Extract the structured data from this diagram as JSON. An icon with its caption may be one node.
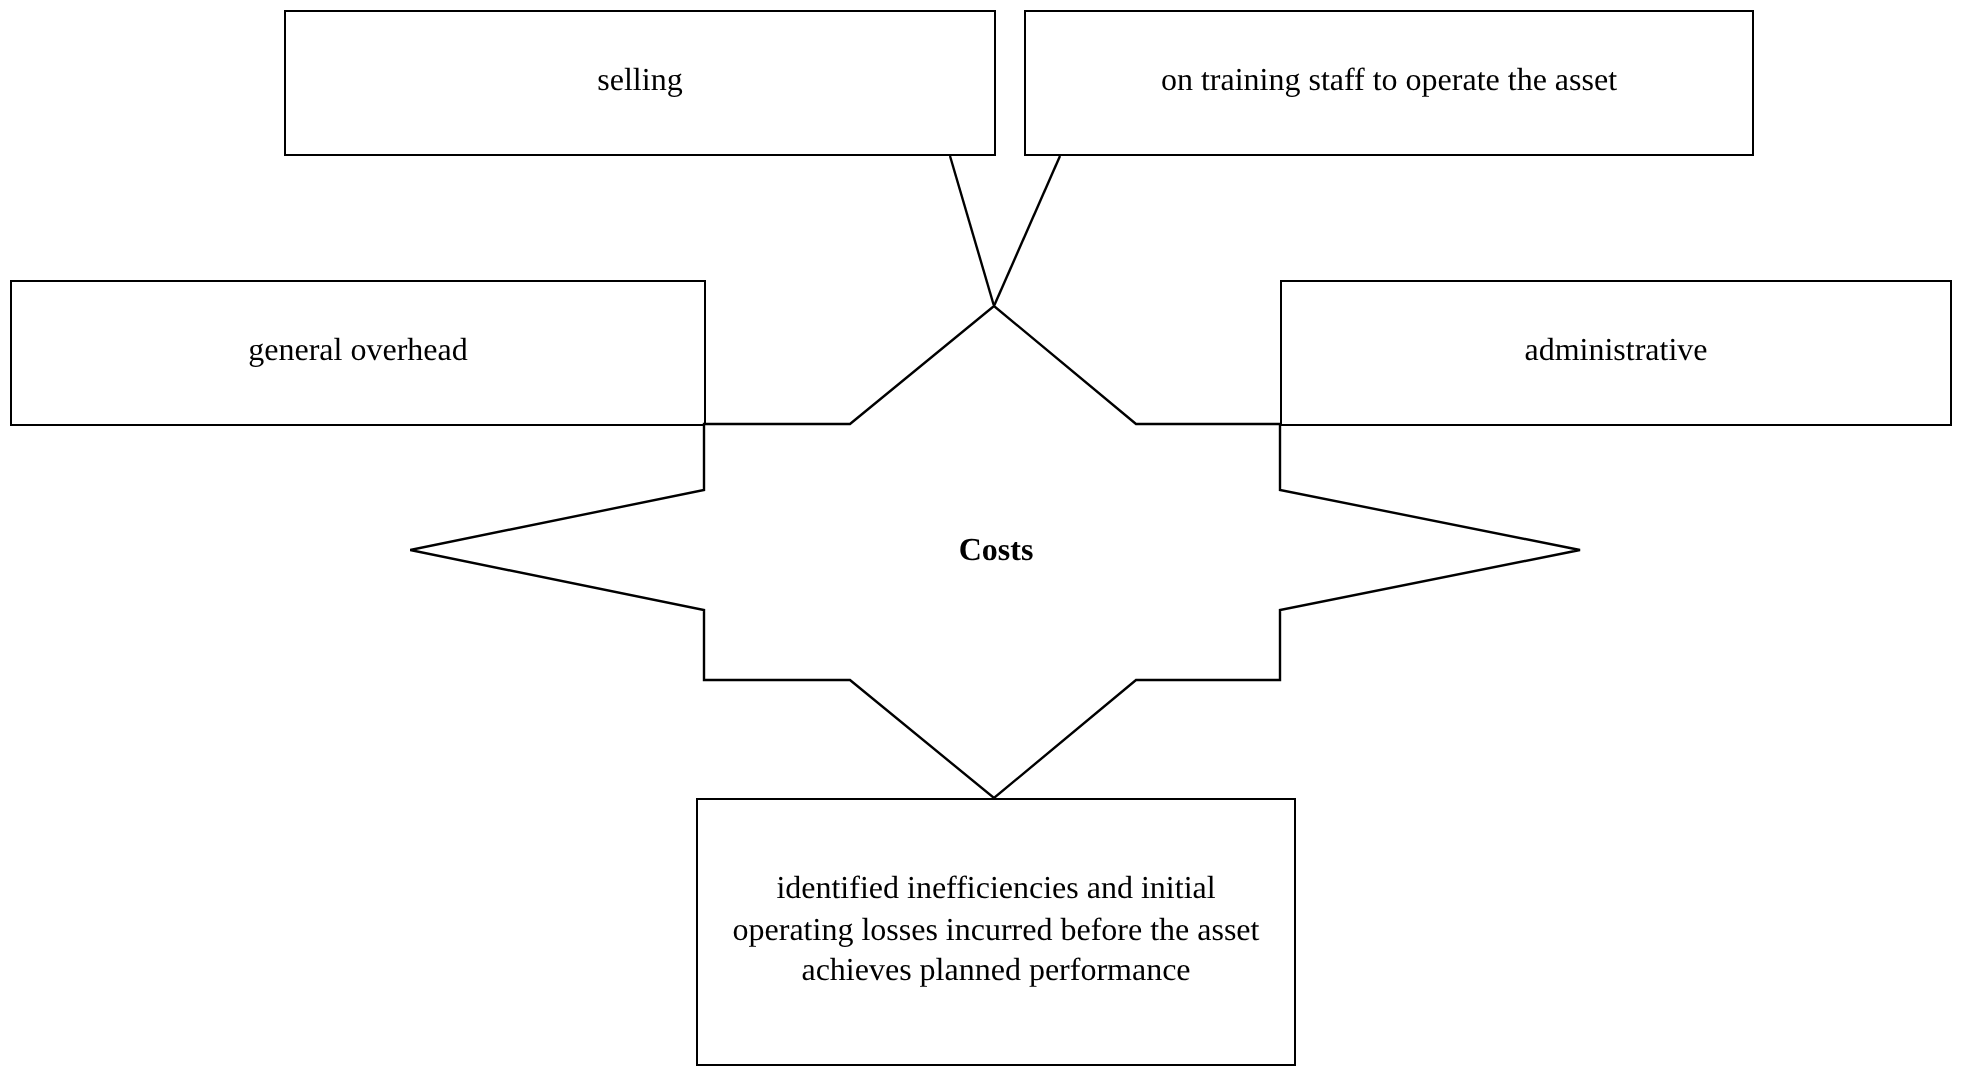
{
  "diagram": {
    "nodes": [
      {
        "text": [
          "selling"
        ]
      },
      {
        "text": [
          "on training staff to operate the asset"
        ]
      },
      {
        "text": [
          "general overhead"
        ]
      },
      {
        "text": [
          "administrative"
        ]
      },
      {
        "text": [
          "Costs"
        ]
      },
      {
        "text": [
          "identified inefficiencies and initial operating losses incurred before the asset achieves planned performance"
        ]
      }
    ],
    "edges": [
      {
        "from": 4,
        "to": 0,
        "arrow": "none"
      },
      {
        "from": 4,
        "to": 1,
        "arrow": "none"
      }
    ]
  }
}
